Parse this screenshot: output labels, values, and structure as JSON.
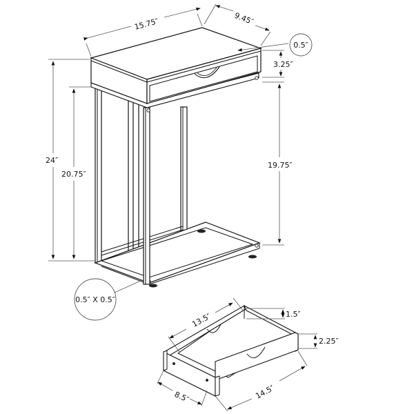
{
  "diagram": {
    "type": "product-dimension-drawing",
    "table": {
      "width_label": "15.75″",
      "depth_label": "9.45″",
      "top_thickness_label": "0.5″",
      "drawer_height_label": "3.25″",
      "total_height_label": "24″",
      "frame_height_label": "20.75″",
      "clearance_height_label": "19.75″",
      "leg_profile_label": "0.5″ X 0.5″"
    },
    "drawer": {
      "inner_length_label": "13.5″",
      "side_height_label": "1.5″",
      "front_height_label": "2.25″",
      "outer_length_label": "14.5″",
      "width_label": "8.5″"
    },
    "colors": {
      "line": "#111111",
      "dimension_line": "#555555",
      "background": "#ffffff"
    }
  }
}
